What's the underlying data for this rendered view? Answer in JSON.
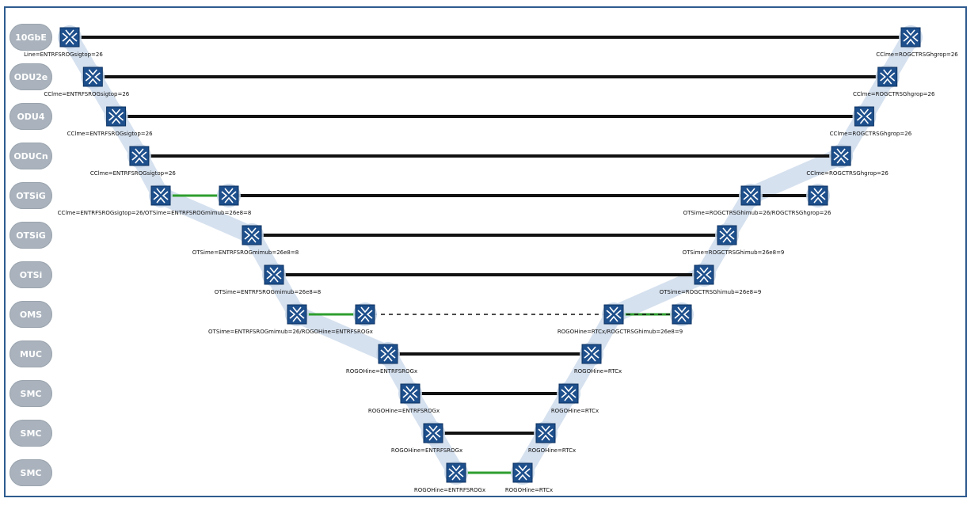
{
  "layers": [
    {
      "label": "10GbE"
    },
    {
      "label": "ODU2e"
    },
    {
      "label": "ODU4"
    },
    {
      "label": "ODUCn"
    },
    {
      "label": "OTSiG"
    },
    {
      "label": "OTSiG"
    },
    {
      "label": "OTSi"
    },
    {
      "label": "OMS"
    },
    {
      "label": "MUC"
    },
    {
      "label": "SMC"
    },
    {
      "label": "SMC"
    },
    {
      "label": "SMC"
    }
  ],
  "links": [
    {
      "row": 0,
      "left_node": 0,
      "right_node": 0,
      "style": "black",
      "left_label": "Line=ENTRFSROGsigtop=26",
      "right_label": "CClme=ROGCTRSGhgrop=26"
    },
    {
      "row": 1,
      "style": "black",
      "left_label": "CClme=ENTRFSROGsigtop=26",
      "right_label": "CClme=ROGCTRSGhgrop=26"
    },
    {
      "row": 2,
      "style": "black",
      "left_label": "CClme=ENTRFSROGsigtop=26",
      "right_label": "CClme=ROGCTRSGhgrop=26"
    },
    {
      "row": 3,
      "style": "black",
      "left_label": "CClme=ENTRFSROGsigtop=26",
      "right_label": "CClme=ROGCTRSGhgrop=26"
    },
    {
      "row": 4,
      "style": "black",
      "has_green_stub": true,
      "left_label": "CClme=ENTRFSROGsigtop=26/OTSime=ENTRFSROGmimub=26e8=8",
      "right_label": "OTSime=ROGCTRSGhimub=26/ROGCTRSGhgrop=26"
    },
    {
      "row": 5,
      "style": "black",
      "left_label": "OTSime=ENTRFSROGmimub=26e8=8",
      "right_label": "OTSime=ROGCTRSGhimub=26e8=9"
    },
    {
      "row": 6,
      "style": "black",
      "left_label": "OTSime=ENTRFSROGmimub=26e8=8",
      "right_label": "OTSime=ROGCTRSGhimub=26e8=9"
    },
    {
      "row": 7,
      "style": "dashed",
      "has_green_stub": true,
      "left_label": "OTSime=ENTRFSROGmimub=26/ROGOHine=ENTRFSROGx",
      "right_label": "ROGOHine=RTCx/ROGCTRSGhimub=26e8=9"
    },
    {
      "row": 8,
      "style": "black",
      "left_label": "ROGOHine=ENTRFSROGx",
      "right_label": "ROGOHine=RTCx"
    },
    {
      "row": 9,
      "style": "black",
      "left_label": "ROGOHine=ENTRFSROGx",
      "right_label": "ROGOHine=RTCx"
    },
    {
      "row": 10,
      "style": "black",
      "left_label": "ROGOHine=ENTRFSROGx",
      "right_label": "ROGOHine=RTCx"
    },
    {
      "row": 11,
      "style": "green",
      "left_label": "ROGOHine=ENTRFSROGx",
      "right_label": "ROGOHine=RTCx"
    }
  ],
  "colors": {
    "frame": "#2f5b8f",
    "pill": "#aab3bd",
    "link_black": "#111111",
    "link_green": "#2e9e2e",
    "node_fill": "#1d4f8c",
    "node_halo": "#c9d8ea"
  },
  "icons": {
    "node": "cross-connect-icon"
  }
}
